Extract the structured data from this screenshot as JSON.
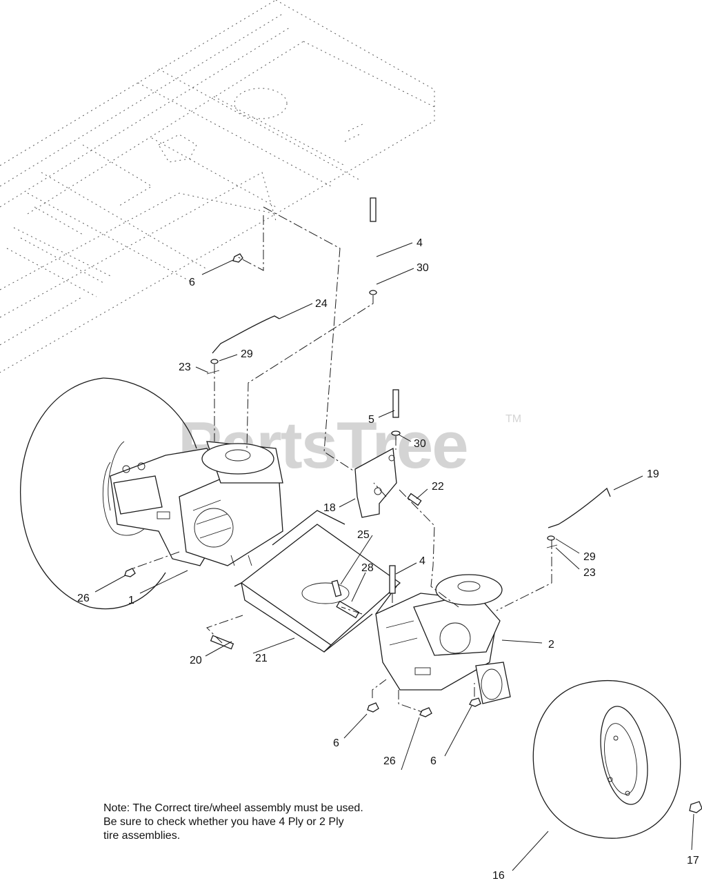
{
  "watermark": {
    "brand": "PartsTree",
    "mark": "TM"
  },
  "note": {
    "lines": [
      "Note: The Correct tire/wheel assembly must be used.",
      "Be sure to check whether you have 4 Ply or 2 Ply",
      "tire assemblies."
    ]
  },
  "callouts": {
    "c4a": "4",
    "c30a": "30",
    "c6a": "6",
    "c24": "24",
    "c29a": "29",
    "c23a": "23",
    "c5": "5",
    "c30b": "30",
    "c22": "22",
    "c18": "18",
    "c19": "19",
    "c25": "25",
    "c29b": "29",
    "c23b": "23",
    "c28": "28",
    "c4b": "4",
    "c26a": "26",
    "c1": "1",
    "c2": "2",
    "c20": "20",
    "c21": "21",
    "c6b": "6",
    "c26b": "26",
    "c6c": "6",
    "c17": "17",
    "c16": "16"
  }
}
